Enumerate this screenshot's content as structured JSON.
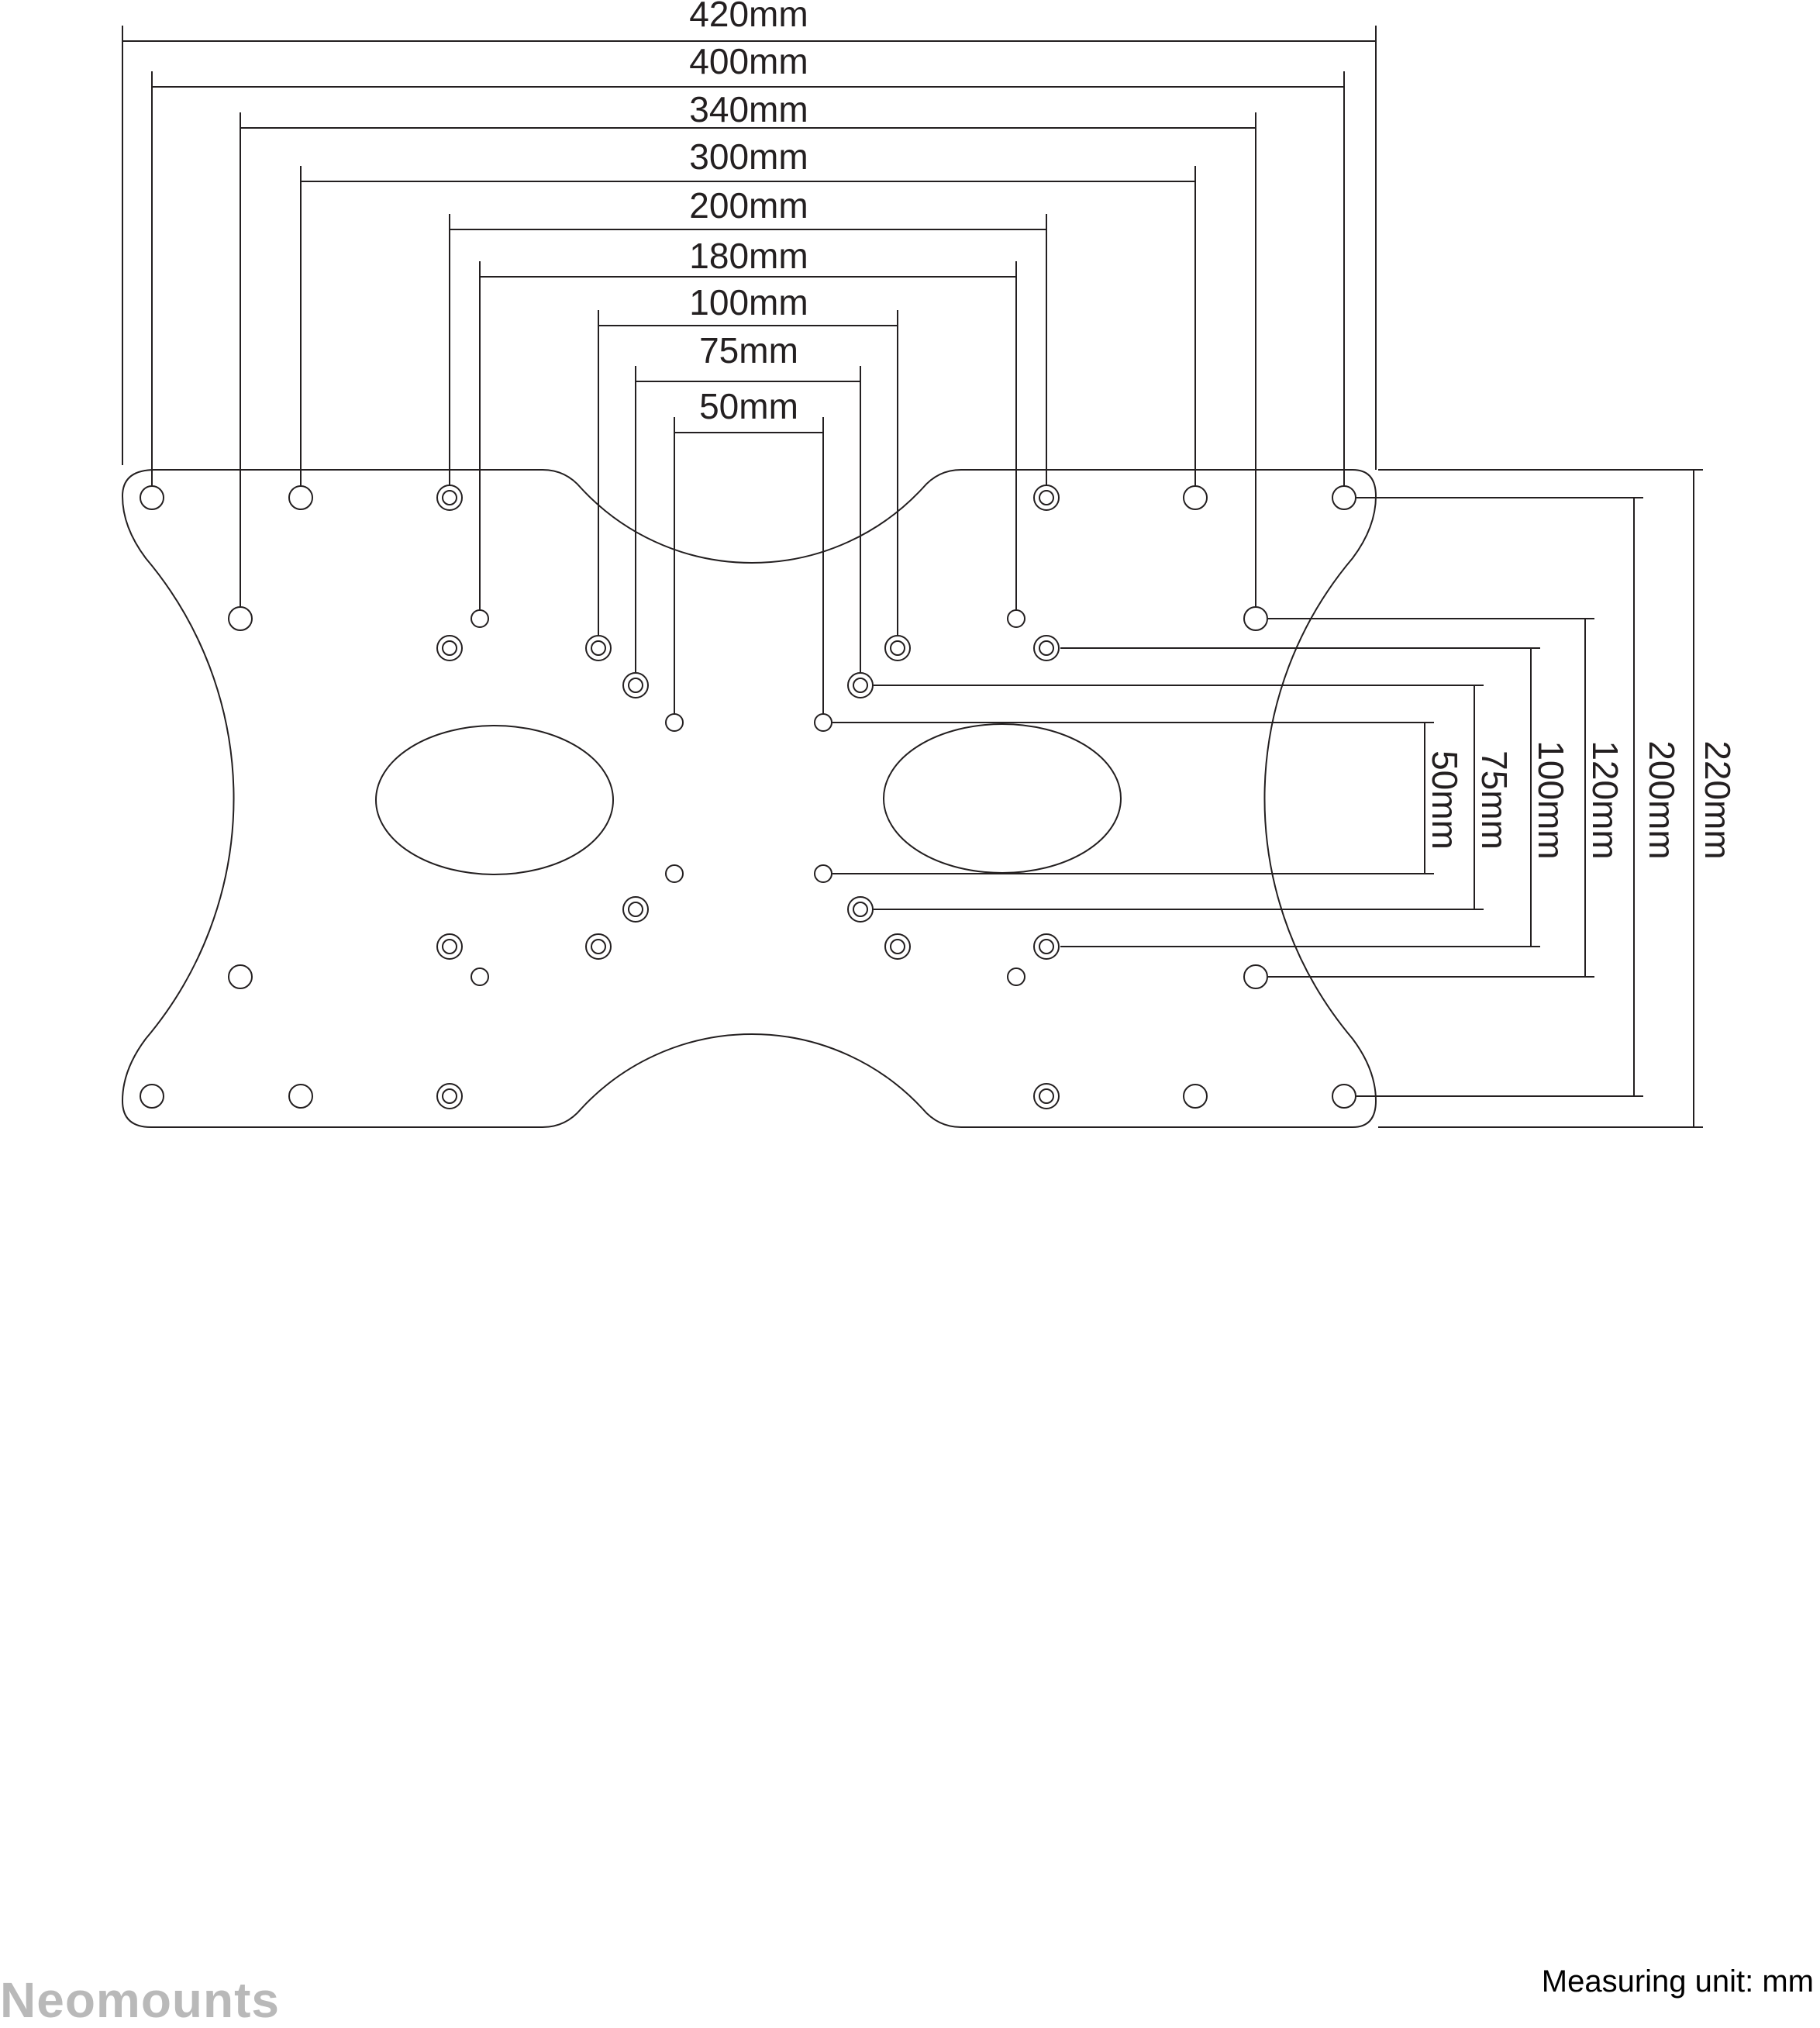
{
  "brand": {
    "logo_text": "Neomounts"
  },
  "footer": {
    "measuring_unit": "Measuring unit: mm"
  },
  "dimensions": {
    "horizontal": [
      {
        "id": "h420",
        "label": "420mm"
      },
      {
        "id": "h400",
        "label": "400mm"
      },
      {
        "id": "h340",
        "label": "340mm"
      },
      {
        "id": "h300",
        "label": "300mm"
      },
      {
        "id": "h200",
        "label": "200mm"
      },
      {
        "id": "h180",
        "label": "180mm"
      },
      {
        "id": "h100",
        "label": "100mm"
      },
      {
        "id": "h75",
        "label": "75mm"
      },
      {
        "id": "h50",
        "label": "50mm"
      }
    ],
    "vertical": [
      {
        "id": "v50",
        "label": "50mm"
      },
      {
        "id": "v75",
        "label": "75mm"
      },
      {
        "id": "v100",
        "label": "100mm"
      },
      {
        "id": "v120",
        "label": "120mm"
      },
      {
        "id": "v200",
        "label": "200mm"
      },
      {
        "id": "v220",
        "label": "220mm"
      }
    ]
  },
  "colors": {
    "line": "#231f20",
    "logo": "#b9b9b9",
    "background": "#ffffff"
  },
  "icons": [
    "mounting-hole-icon",
    "mounting-hole-ring-icon"
  ]
}
